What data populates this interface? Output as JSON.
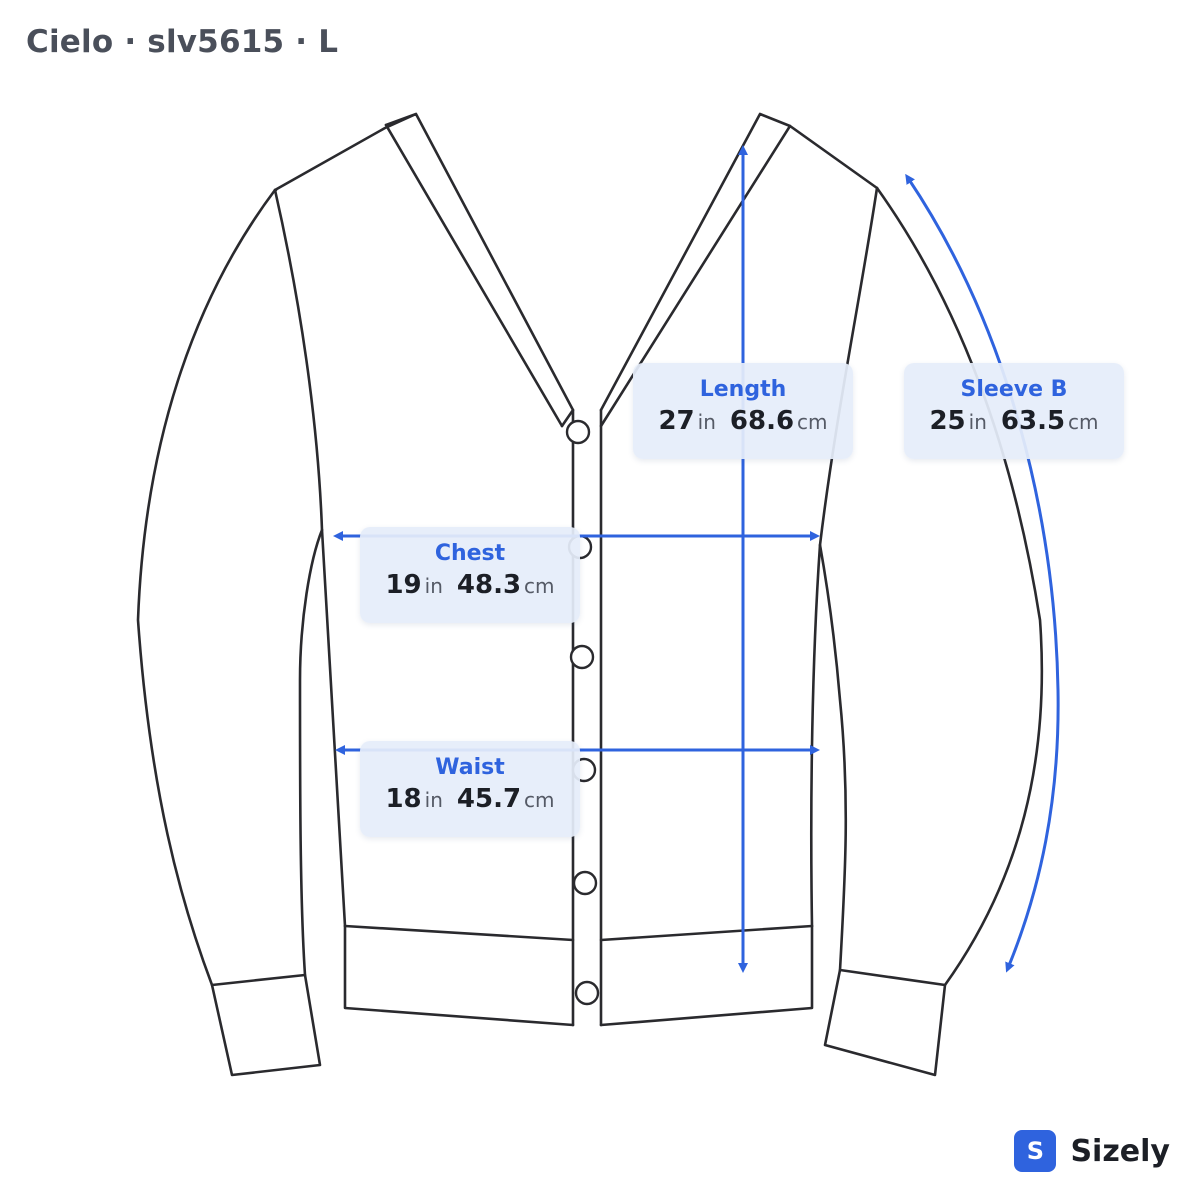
{
  "header": {
    "title": "Cielo · slv5615 · L"
  },
  "measurements": {
    "length": {
      "name": "Length",
      "in_value": "27",
      "in_unit": "in",
      "cm_value": "68.6",
      "cm_unit": "cm"
    },
    "sleeve": {
      "name": "Sleeve B",
      "in_value": "25",
      "in_unit": "in",
      "cm_value": "63.5",
      "cm_unit": "cm"
    },
    "chest": {
      "name": "Chest",
      "in_value": "19",
      "in_unit": "in",
      "cm_value": "48.3",
      "cm_unit": "cm"
    },
    "waist": {
      "name": "Waist",
      "in_value": "18",
      "in_unit": "in",
      "cm_value": "45.7",
      "cm_unit": "cm"
    }
  },
  "brand": {
    "logo_letter": "S",
    "name": "Sizely"
  },
  "colors": {
    "accent": "#2f63de",
    "outline": "#2a2a2e",
    "label_background": "#e5edfa"
  }
}
